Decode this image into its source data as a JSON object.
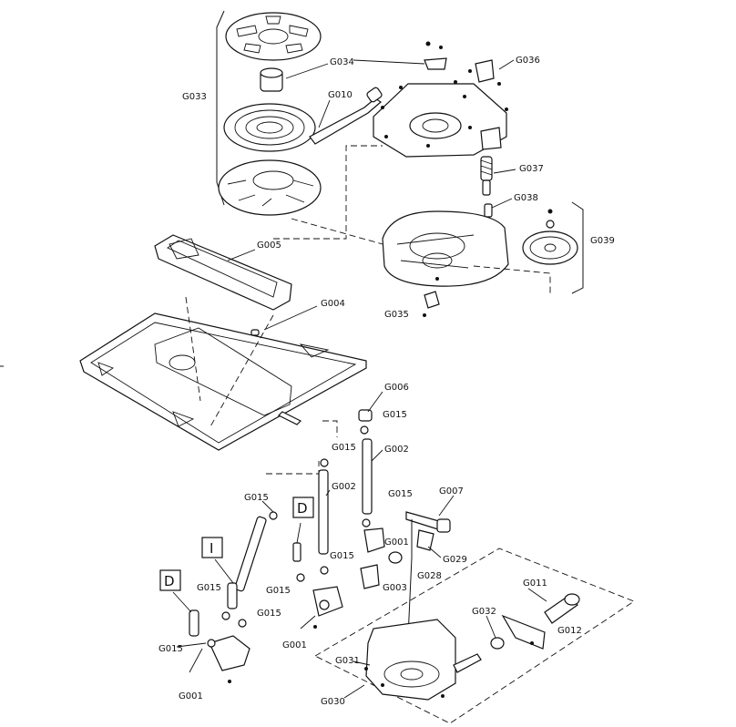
{
  "labels": {
    "G001": "G001",
    "G002": "G002",
    "G003": "G003",
    "G004": "G004",
    "G005": "G005",
    "G006": "G006",
    "G007": "G007",
    "G010": "G010",
    "G011": "G011",
    "G012": "G012",
    "G015": "G015",
    "G028": "G028",
    "G029": "G029",
    "G030": "G030",
    "G031": "G031",
    "G032": "G032",
    "G033": "G033",
    "G034": "G034",
    "G035": "G035",
    "G036": "G036",
    "G037": "G037",
    "G038": "G038",
    "G039": "G039"
  },
  "boxes": {
    "D": "D",
    "I": "I"
  }
}
